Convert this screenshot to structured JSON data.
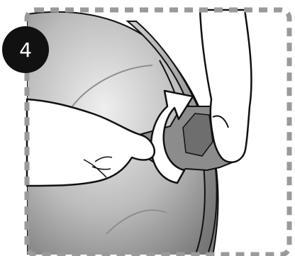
{
  "step": {
    "number": "4"
  },
  "colors": {
    "frame_dash": "#9a9a9a",
    "outline": "#111111",
    "ball_light": "#d9d9d9",
    "ball_dark": "#8a8a8a",
    "gray_part": "#8c8c8c",
    "arrow_fill": "#ffffff",
    "hand_fill": "#ffffff"
  },
  "icons": {
    "frame": "dashed-border",
    "badge": "step-number-badge",
    "ball": "ball-illustration",
    "hands": "hand-illustration",
    "arrow": "rotate-arrow-icon"
  }
}
